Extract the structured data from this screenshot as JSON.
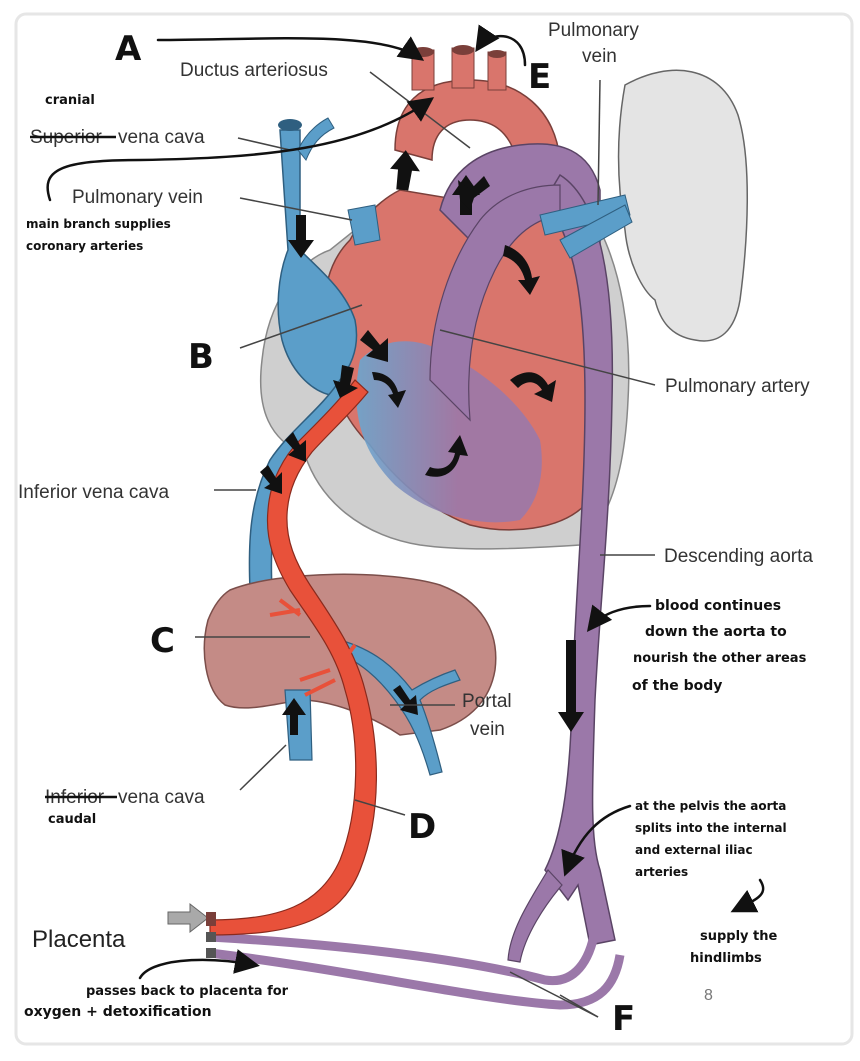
{
  "colors": {
    "frame": "#e6e6e6",
    "pericardium": "#cfcfcf",
    "heart_red": "#d9756c",
    "vein_blue": "#5b9ec9",
    "artery_purple": "#9b78a9",
    "oxygenated_red": "#e8513a",
    "liver": "#c48b86",
    "lung": "#e4e4e4"
  },
  "labels": {
    "ductus_arteriosus": "Ductus arteriosus",
    "pulmonary_vein_top_line1": "Pulmonary",
    "pulmonary_vein_top_line2": "vein",
    "superior_vena_cava_struck": "Superior",
    "superior_vena_cava_rest": " vena cava",
    "pulmonary_vein_left": "Pulmonary vein",
    "pulmonary_artery": "Pulmonary artery",
    "inferior_vena_cava": "Inferior vena cava",
    "descending_aorta": "Descending aorta",
    "portal_vein_line1": "Portal",
    "portal_vein_line2": "vein",
    "inferior_vena_cava_lower_struck": "Inferior",
    "inferior_vena_cava_lower_rest": " vena cava",
    "placenta": "Placenta",
    "page_number": "8"
  },
  "annotations": {
    "cranial": "cranial",
    "caudal": "caudal",
    "main_branch_line1": "main branch supplies",
    "main_branch_line2": "coronary arteries",
    "blood_continues_line1": "blood continues",
    "blood_continues_line2": "down the aorta to",
    "blood_continues_line3": "nourish the other areas",
    "blood_continues_line4": "of the body",
    "pelvis_line1": "at the pelvis the aorta",
    "pelvis_line2": "splits into the internal",
    "pelvis_line3": "and external iliac",
    "pelvis_line4": "arteries",
    "hindlimbs_line1": "supply the",
    "hindlimbs_line2": "hindlimbs",
    "passes_line1": "passes back to placenta for",
    "passes_line2": "oxygen + detoxification"
  },
  "letters": {
    "a": "A",
    "b": "B",
    "c": "C",
    "d": "D",
    "e": "E",
    "f": "F"
  }
}
